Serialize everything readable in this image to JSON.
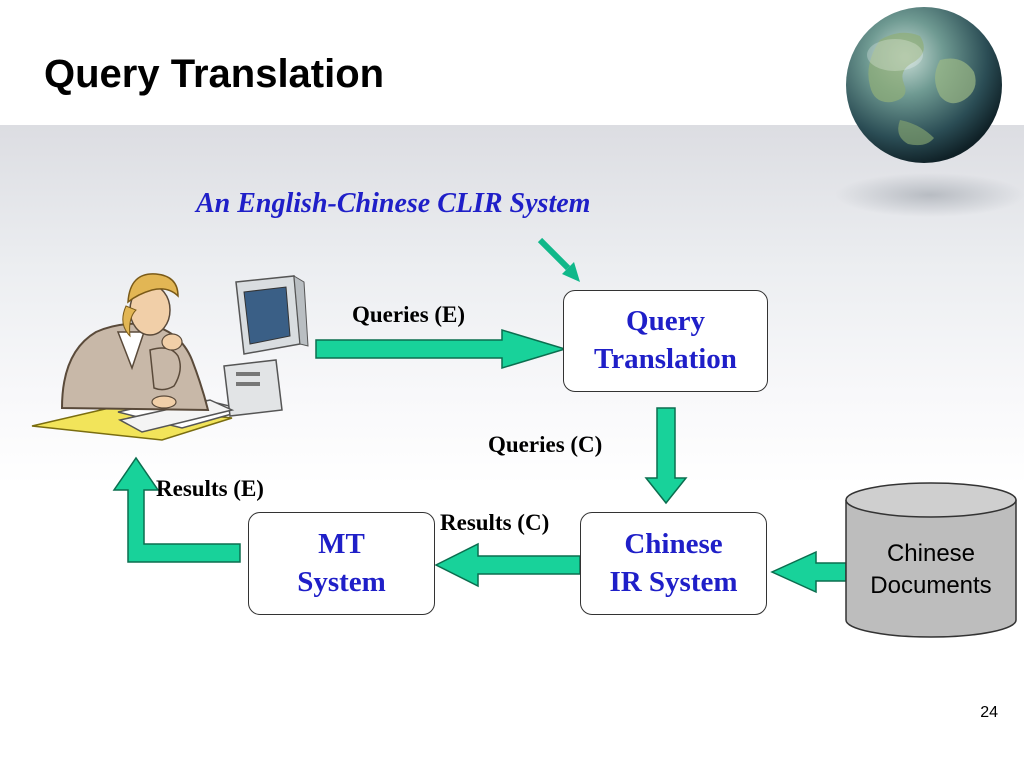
{
  "slide": {
    "title": "Query Translation",
    "subtitle": "An English-Chinese CLIR System",
    "page_number": "24"
  },
  "diagram": {
    "nodes": [
      {
        "id": "query-translation",
        "label": "Query\nTranslation"
      },
      {
        "id": "chinese-ir-system",
        "label": "Chinese\nIR System"
      },
      {
        "id": "mt-system",
        "label": "MT\nSystem"
      },
      {
        "id": "chinese-documents",
        "label": "Chinese\nDocuments"
      }
    ],
    "edges": [
      {
        "from": "user",
        "to": "query-translation",
        "label": "Queries (E)"
      },
      {
        "from": "query-translation",
        "to": "chinese-ir-system",
        "label": "Queries (C)"
      },
      {
        "from": "chinese-documents",
        "to": "chinese-ir-system",
        "label": ""
      },
      {
        "from": "chinese-ir-system",
        "to": "mt-system",
        "label": "Results (C)"
      },
      {
        "from": "mt-system",
        "to": "user",
        "label": "Results (E)"
      }
    ]
  },
  "colors": {
    "node_text": "#1f1fc8",
    "arrow_fill": "#18d29a",
    "arrow_stroke": "#0b6e4f",
    "pointer_arrow": "#10b88a",
    "database_fill": "#bdbdbd"
  },
  "icons": {
    "user": "woman-at-computer-clipart",
    "globe": "earth-globe",
    "database": "cylinder-database"
  }
}
